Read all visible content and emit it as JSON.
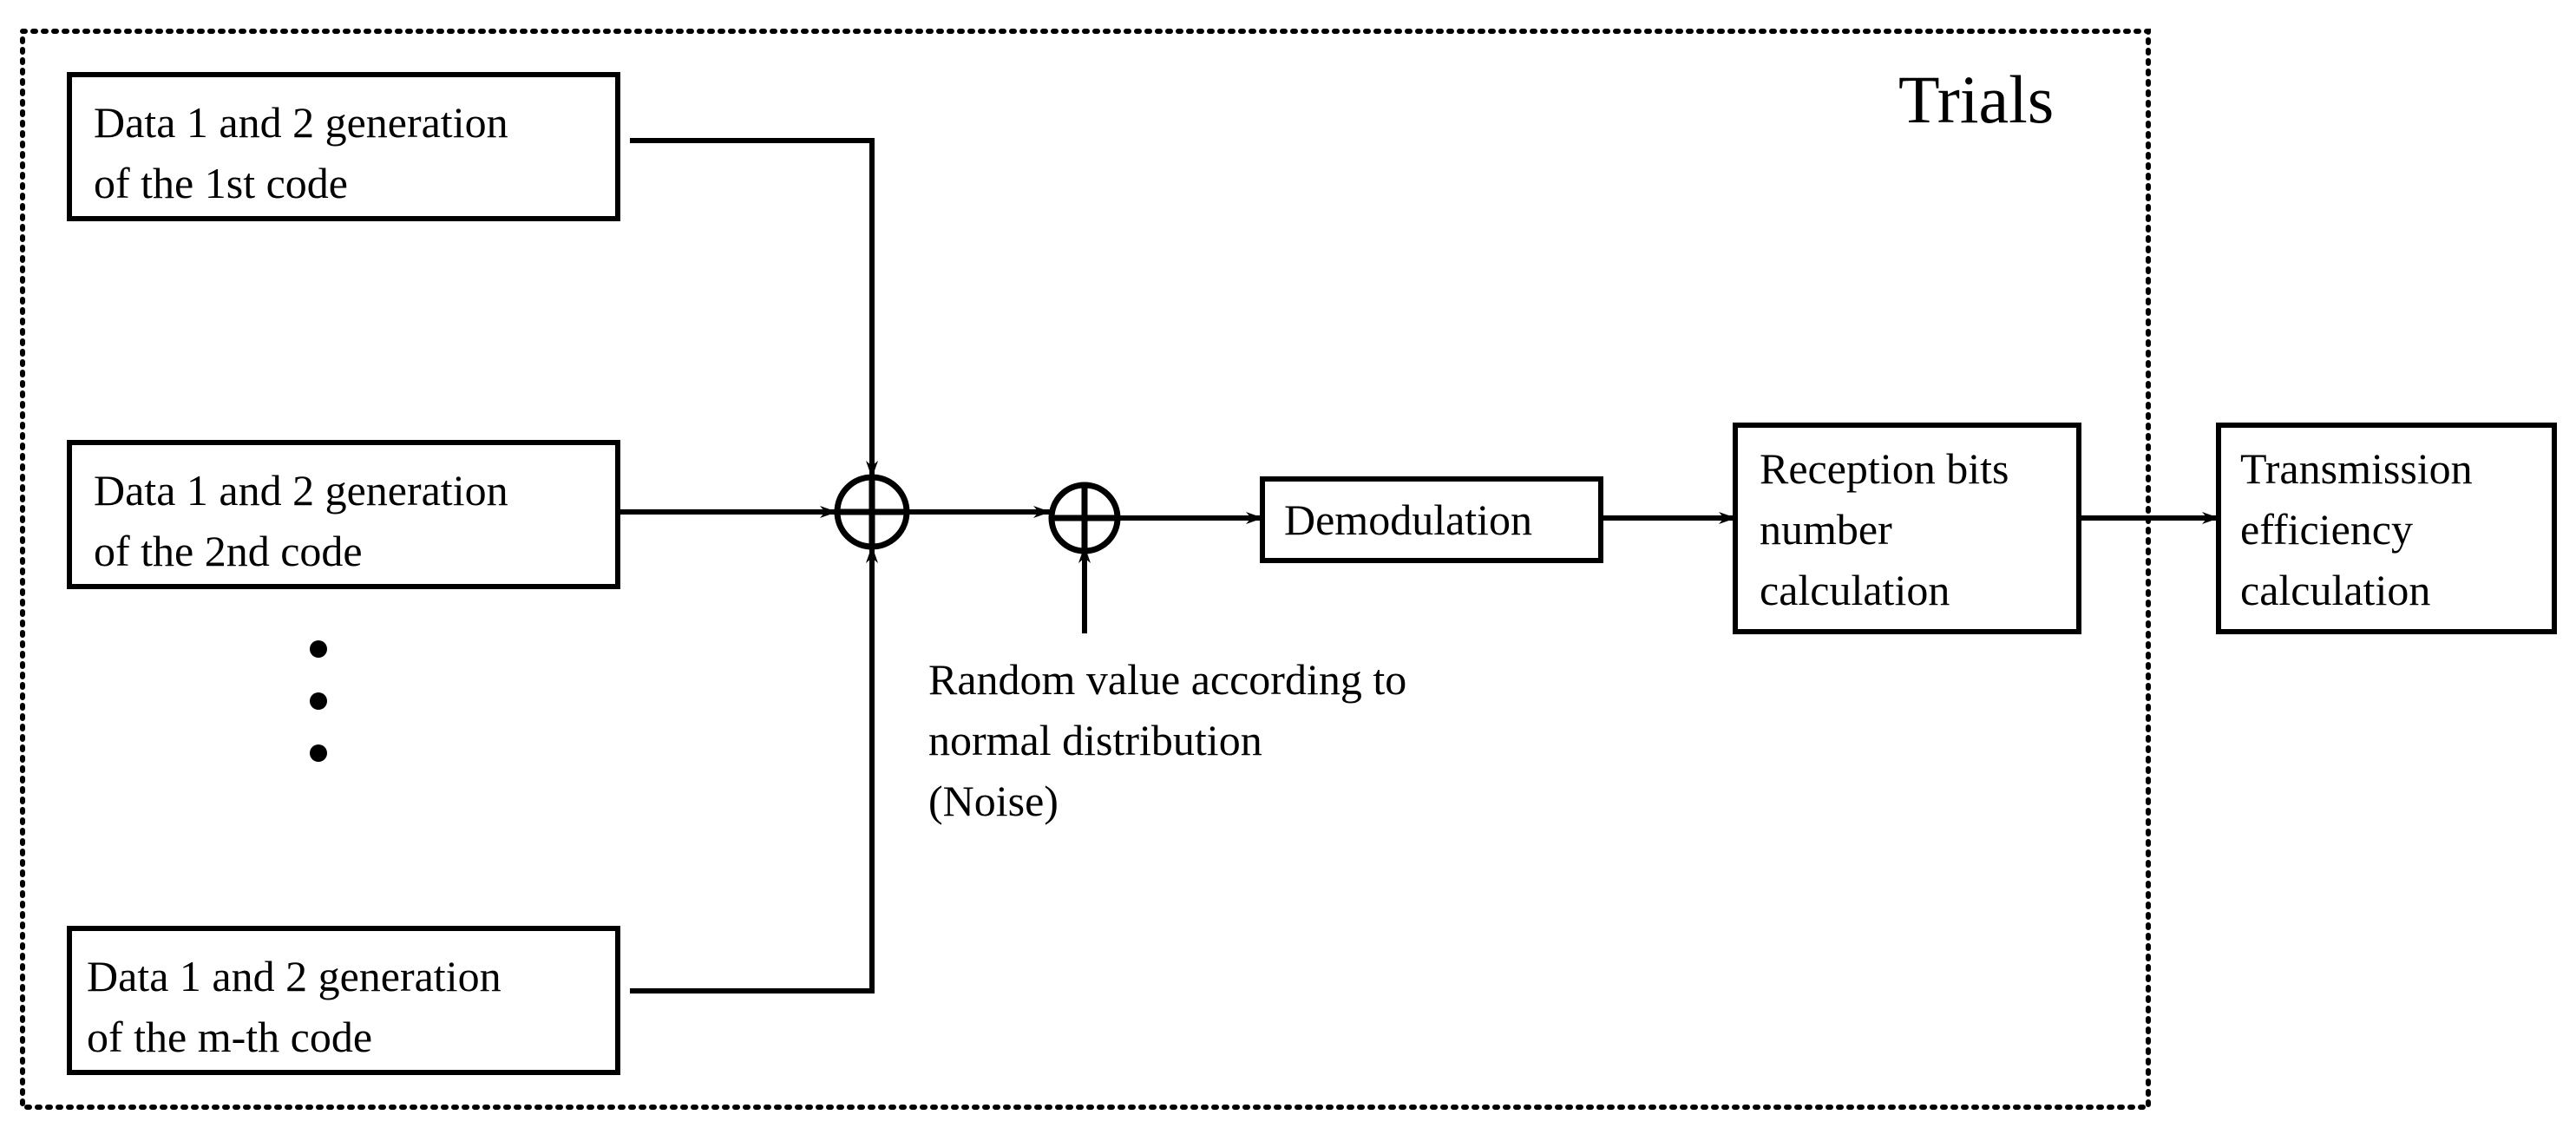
{
  "diagram": {
    "frame": {
      "label": "Trials"
    },
    "nodes": {
      "code1": {
        "lines": [
          "Data 1 and 2 generation",
          "of the 1st code"
        ]
      },
      "code2": {
        "lines": [
          "Data 1 and 2 generation",
          "of the 2nd code"
        ]
      },
      "codem": {
        "lines": [
          "Data 1 and 2 generation",
          "of the m-th code"
        ]
      },
      "demod": {
        "lines": [
          "Demodulation"
        ]
      },
      "reception": {
        "lines": [
          "Reception bits",
          "number",
          "calculation"
        ]
      },
      "transmission": {
        "lines": [
          "Transmission",
          "efficiency",
          "calculation"
        ]
      }
    },
    "noise": {
      "lines": [
        "Random value according to",
        "normal distribution",
        "(Noise)"
      ]
    },
    "adders": [
      "sum-code-signals",
      "add-noise"
    ],
    "edges": [
      {
        "from": "code1",
        "to": "sum-code-signals"
      },
      {
        "from": "code2",
        "to": "sum-code-signals"
      },
      {
        "from": "codem",
        "to": "sum-code-signals"
      },
      {
        "from": "sum-code-signals",
        "to": "add-noise"
      },
      {
        "from": "noise",
        "to": "add-noise"
      },
      {
        "from": "add-noise",
        "to": "demod"
      },
      {
        "from": "demod",
        "to": "reception"
      },
      {
        "from": "reception",
        "to": "transmission"
      }
    ],
    "colors": {
      "stroke": "#000000",
      "background": "#ffffff"
    }
  }
}
